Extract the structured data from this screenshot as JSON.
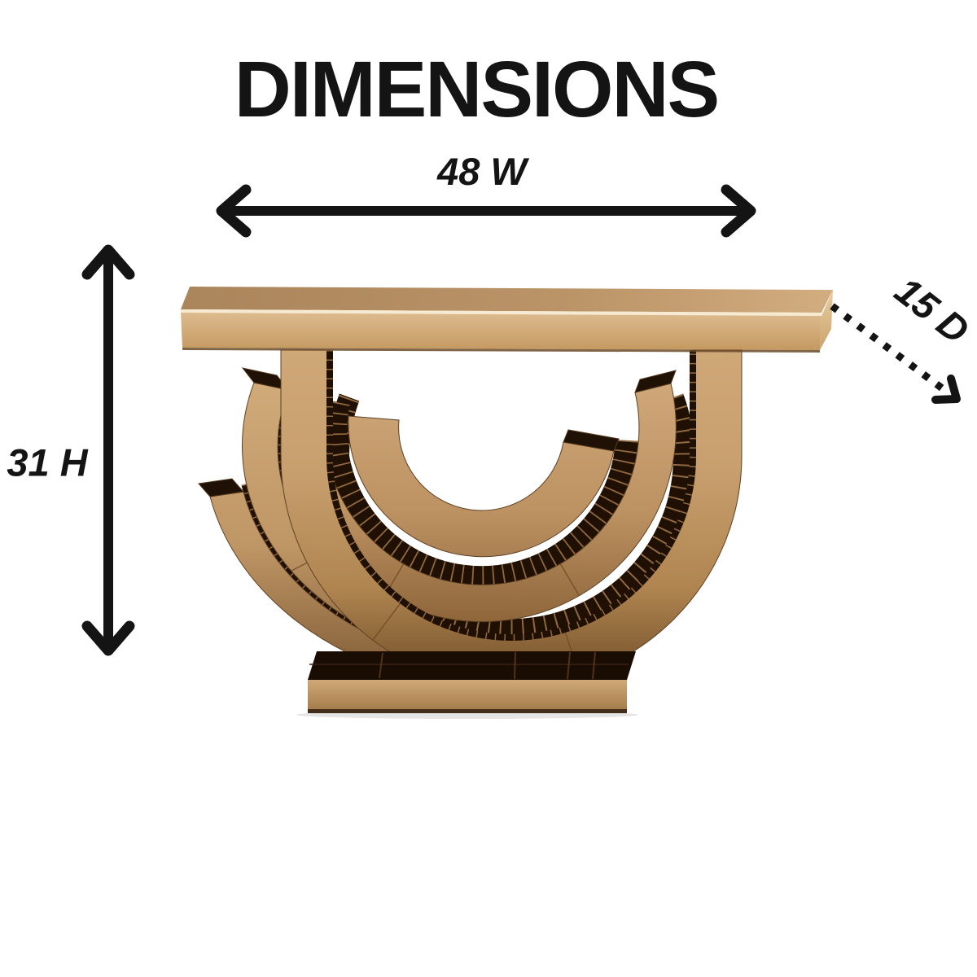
{
  "title": "DIMENSIONS",
  "dimensions": {
    "width": "48 W",
    "height": "31 H",
    "depth": "15 D"
  },
  "colors": {
    "ink": "#141414",
    "gold_light": "#d8b388",
    "gold_mid": "#c49c6c",
    "gold_deep": "#7a5630",
    "mirror_dark": "#1f1106",
    "background": "#ffffff"
  }
}
